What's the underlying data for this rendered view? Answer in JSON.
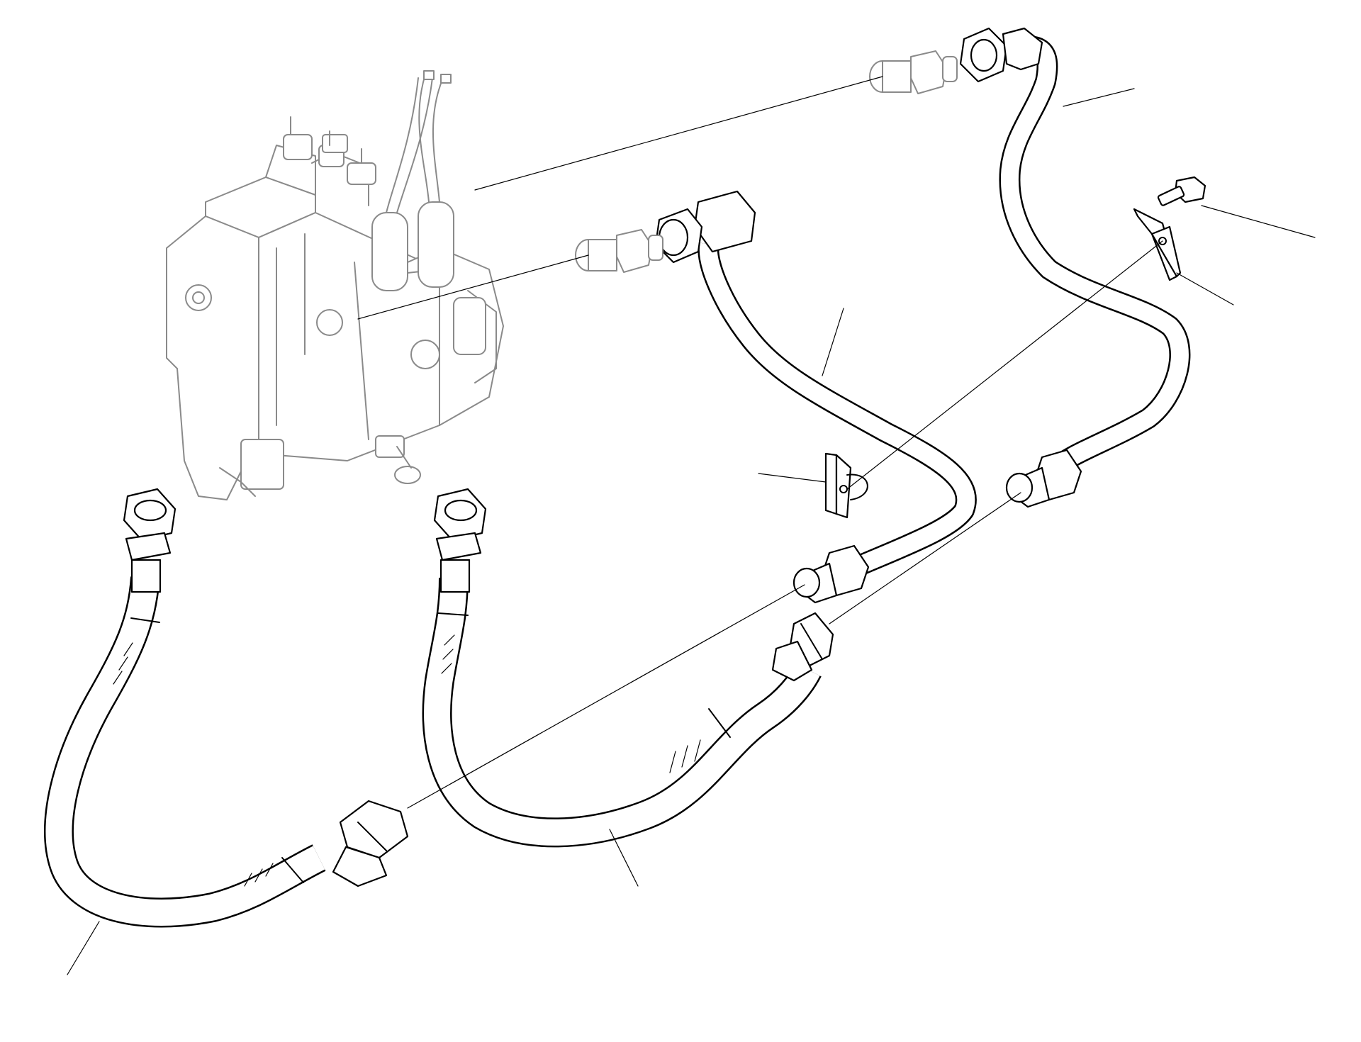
{
  "drawing": {
    "components": [
      {
        "id": "control-valve",
        "kind": "hydraulic control valve block"
      },
      {
        "id": "adapter-fitting-upper",
        "kind": "straight adapter"
      },
      {
        "id": "adapter-fitting-lower",
        "kind": "straight adapter"
      },
      {
        "id": "pipe-upper",
        "kind": "rigid tube"
      },
      {
        "id": "pipe-middle",
        "kind": "rigid tube with elbow"
      },
      {
        "id": "hose-left",
        "kind": "flexible hose"
      },
      {
        "id": "hose-center",
        "kind": "flexible hose"
      },
      {
        "id": "clamp-plate-upper",
        "kind": "clamp bracket"
      },
      {
        "id": "clamp-plate-lower",
        "kind": "clamp bracket"
      },
      {
        "id": "bolt",
        "kind": "flange bolt"
      }
    ],
    "callout_count": 7,
    "colors": {
      "line": "#000000",
      "ghosted_part": "#8a8a8a",
      "background": "#ffffff"
    }
  }
}
